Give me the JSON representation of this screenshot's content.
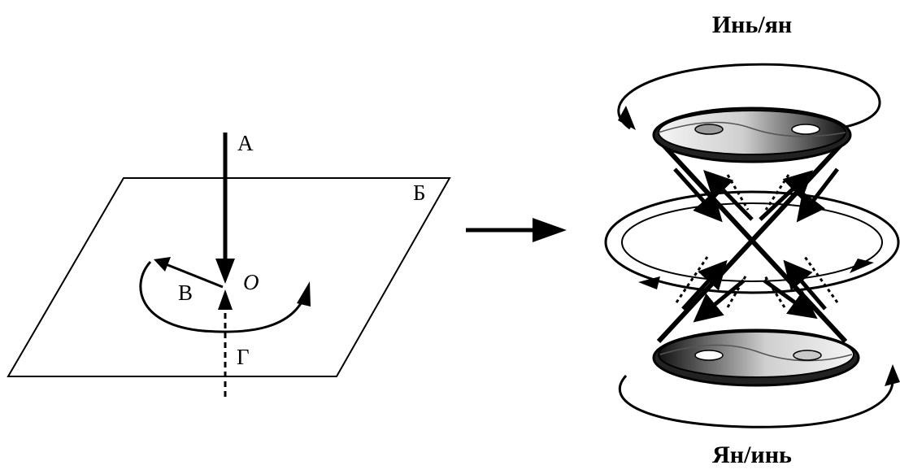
{
  "left_diagram": {
    "label_a": "А",
    "label_b": "Б",
    "label_v": "В",
    "label_g": "Г",
    "label_o": "O"
  },
  "right_diagram": {
    "title_top": "Инь/ян",
    "title_bottom": "Ян/инь"
  },
  "colors": {
    "stroke": "#000000",
    "background": "#ffffff",
    "disk_dark": "#1a1a1a",
    "disk_light": "#f2f2f2"
  }
}
